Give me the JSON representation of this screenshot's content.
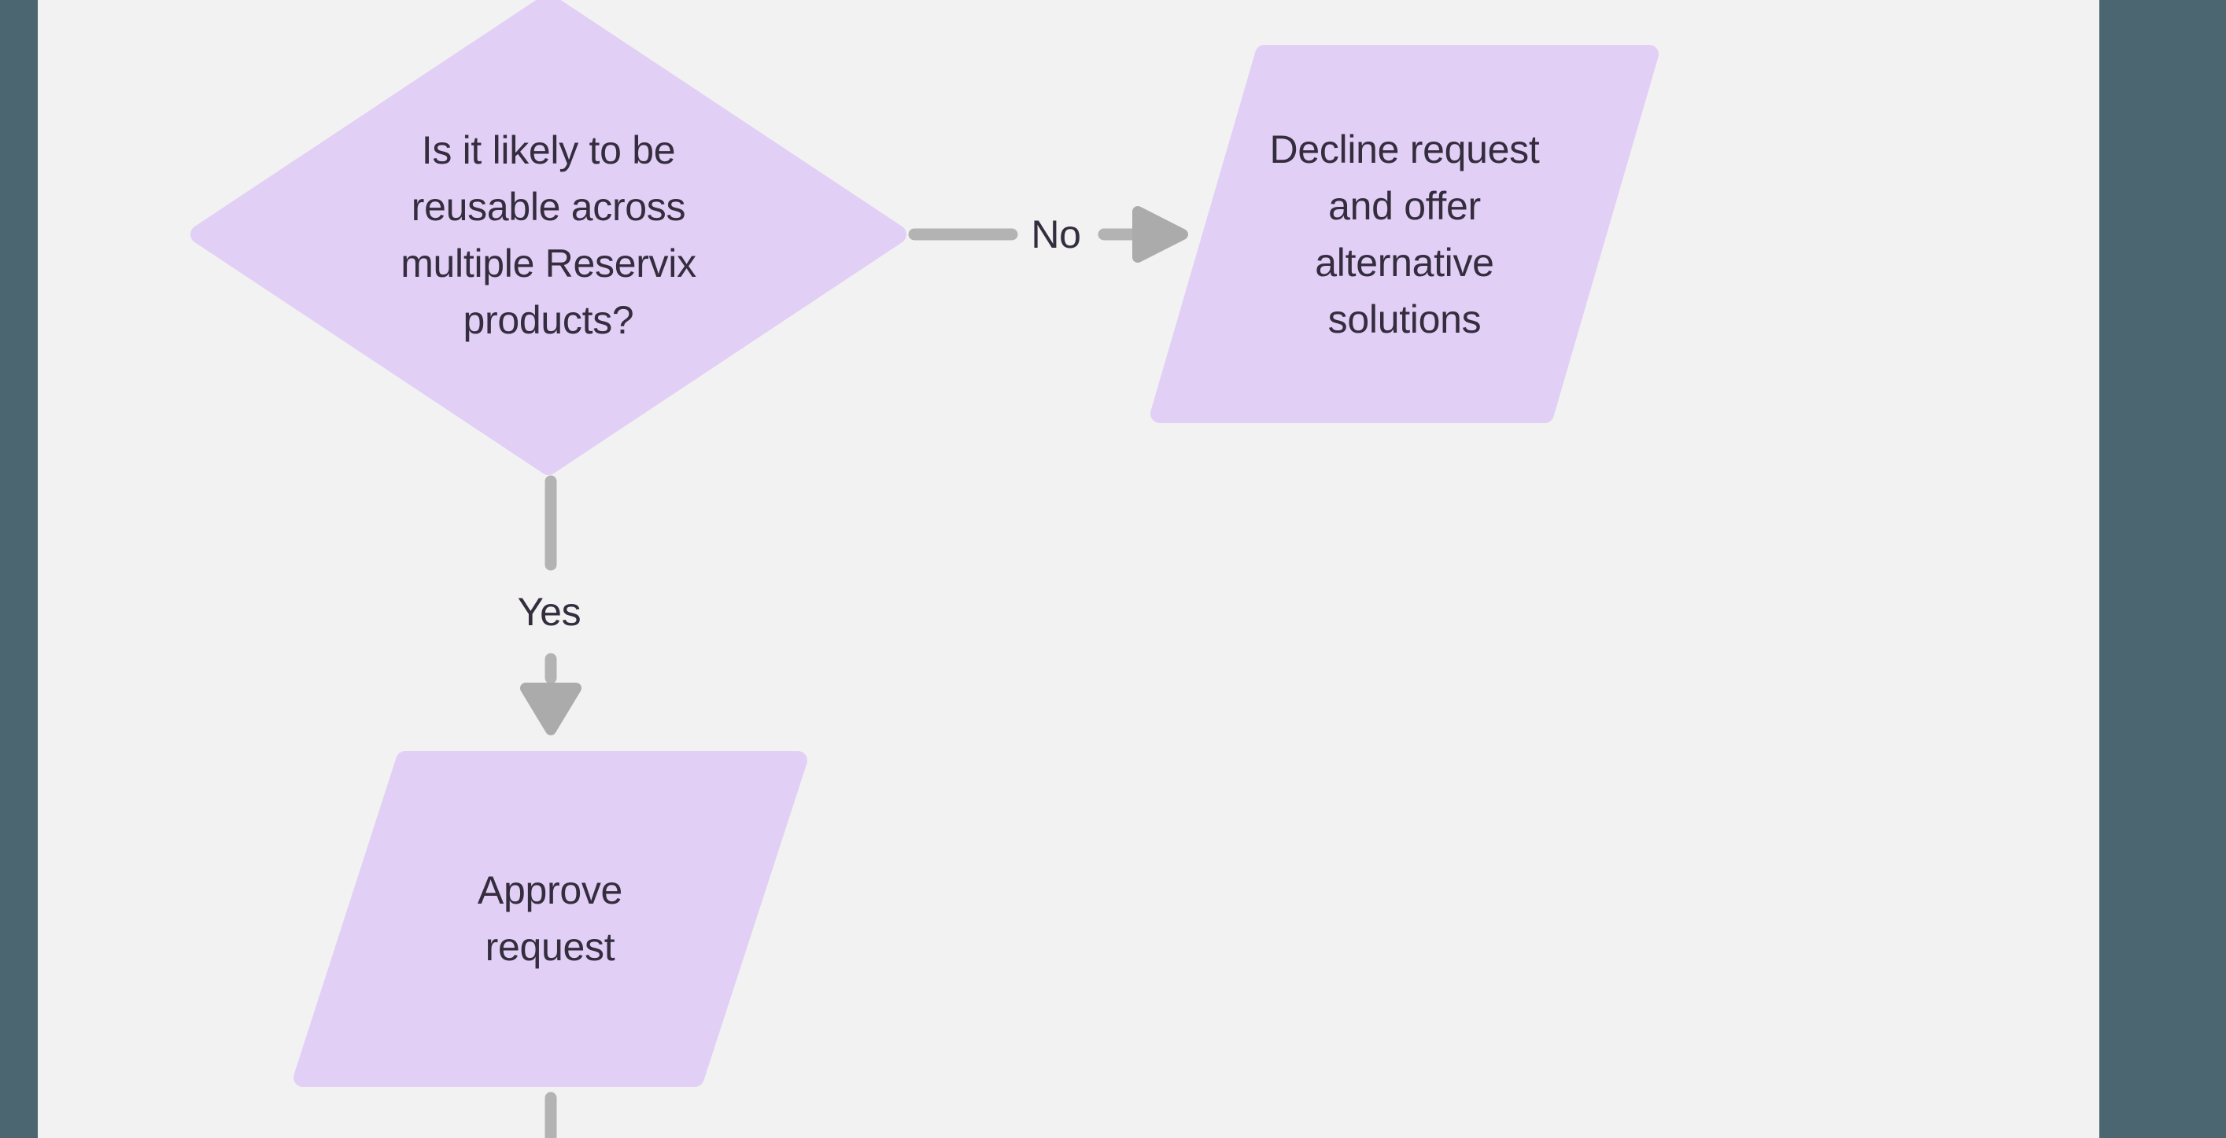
{
  "colors": {
    "background": "#f2f2f2",
    "window_edge": "#4c6671",
    "shape_fill": "#e2cff6",
    "shape_text": "#342d3e",
    "connector": "#b3b3b3",
    "arrowhead": "#ababab"
  },
  "flowchart": {
    "decision_node": {
      "text": "Is it likely to be\nreusable across\nmultiple Reservix\nproducts?"
    },
    "no_edge": {
      "label": "No"
    },
    "yes_edge": {
      "label": "Yes"
    },
    "decline_node": {
      "text": "Decline request\nand offer\nalternative\nsolutions"
    },
    "approve_node": {
      "text": "Approve\nrequest"
    }
  }
}
